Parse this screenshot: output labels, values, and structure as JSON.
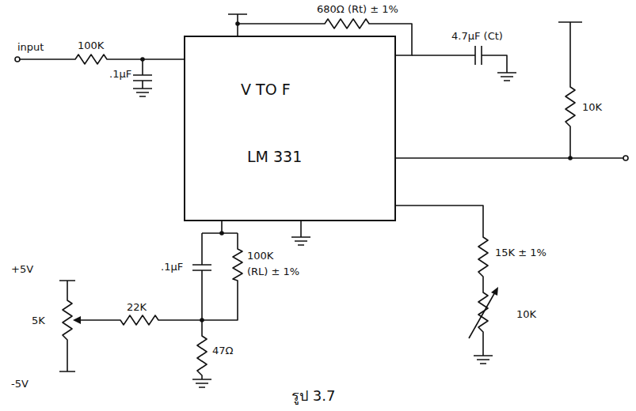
{
  "diagram": {
    "caption": "รูป 3.7",
    "nodes": [
      {
        "text": [
          "V TO F",
          "LM 331"
        ]
      }
    ],
    "edges": [],
    "labels": [
      "input",
      "100K",
      ".1µF",
      "680Ω (Rt) ± 1%",
      "4.7µF (Ct)",
      "10K",
      "+5V",
      "5K",
      "22K",
      ".1µF",
      "100K",
      "(RL) ± 1%",
      "47Ω",
      "-5V",
      "15K ± 1%",
      "10K"
    ]
  }
}
